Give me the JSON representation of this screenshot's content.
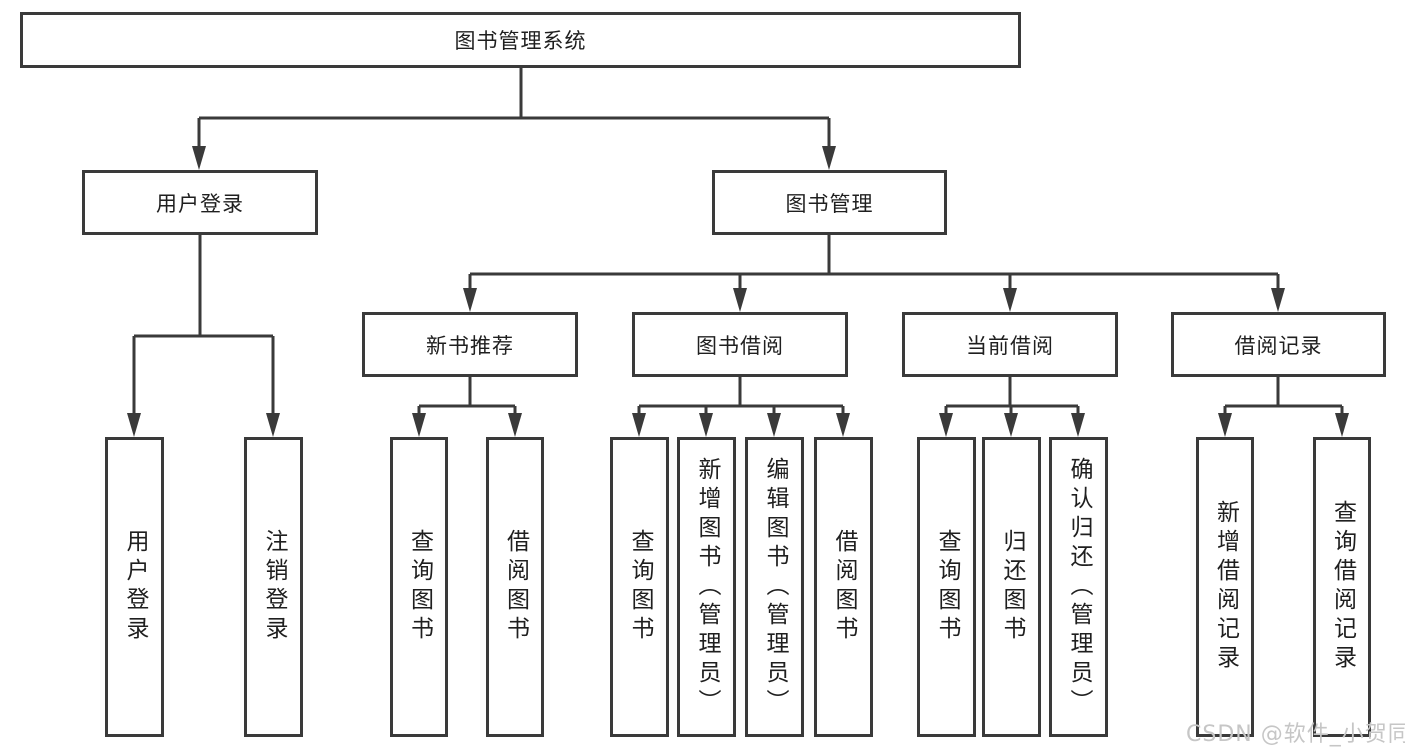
{
  "tree": {
    "label": "图书管理系统",
    "children": [
      {
        "label": "用户登录",
        "children": [
          {
            "label": "用户登录"
          },
          {
            "label": "注销登录"
          }
        ]
      },
      {
        "label": "图书管理",
        "children": [
          {
            "label": "新书推荐",
            "children": [
              {
                "label": "查询图书"
              },
              {
                "label": "借阅图书"
              }
            ]
          },
          {
            "label": "图书借阅",
            "children": [
              {
                "label": "查询图书"
              },
              {
                "label": "新增图书（管理员）"
              },
              {
                "label": "编辑图书（管理员）"
              },
              {
                "label": "借阅图书"
              }
            ]
          },
          {
            "label": "当前借阅",
            "children": [
              {
                "label": "查询图书"
              },
              {
                "label": "归还图书"
              },
              {
                "label": "确认归还（管理员）"
              }
            ]
          },
          {
            "label": "借阅记录",
            "children": [
              {
                "label": "新增借阅记录"
              },
              {
                "label": "查询借阅记录"
              }
            ]
          }
        ]
      }
    ]
  },
  "watermark": {
    "text": "CSDN @软件_小贺同学"
  },
  "colors": {
    "line": "#3a3a3a",
    "text": "#1f1f1f",
    "watermark": "#c6c6c6",
    "background": "#ffffff"
  }
}
